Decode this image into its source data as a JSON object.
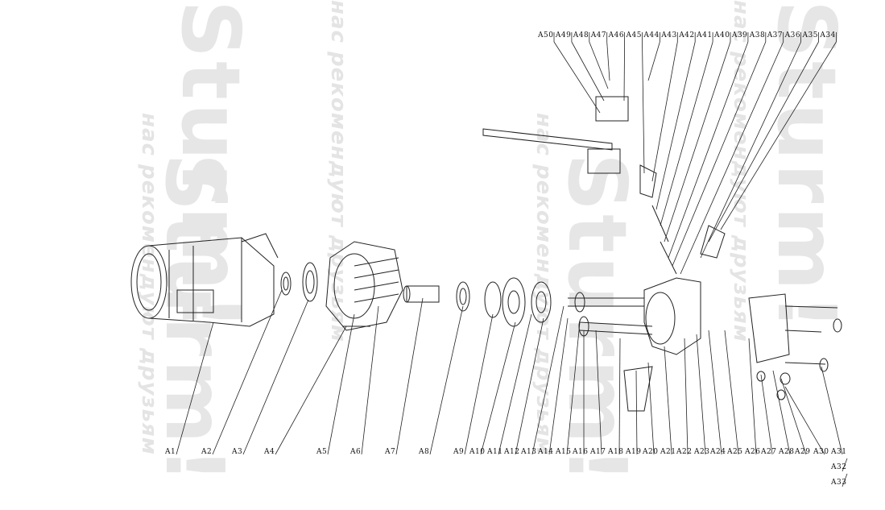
{
  "watermark": {
    "brand": "Sturm!",
    "slogan": "нас рекомендуют друзьям"
  },
  "labels_bottom": [
    "A1",
    "A2",
    "A3",
    "A4",
    "A5",
    "A6",
    "A7",
    "A8",
    "A9",
    "A10",
    "A11",
    "A12",
    "A13",
    "A14",
    "A15",
    "A16",
    "A17",
    "A18",
    "A19",
    "A20",
    "A21",
    "A22",
    "A23",
    "A24",
    "A25",
    "A26",
    "A27",
    "A28",
    "A29",
    "A30",
    "A31",
    "A32",
    "A33"
  ],
  "labels_top": [
    "A50",
    "A49",
    "A48",
    "A47",
    "A46",
    "A45",
    "A44",
    "A43",
    "A42",
    "A41",
    "A40",
    "A39",
    "A38",
    "A37",
    "A36",
    "A35",
    "A34"
  ]
}
